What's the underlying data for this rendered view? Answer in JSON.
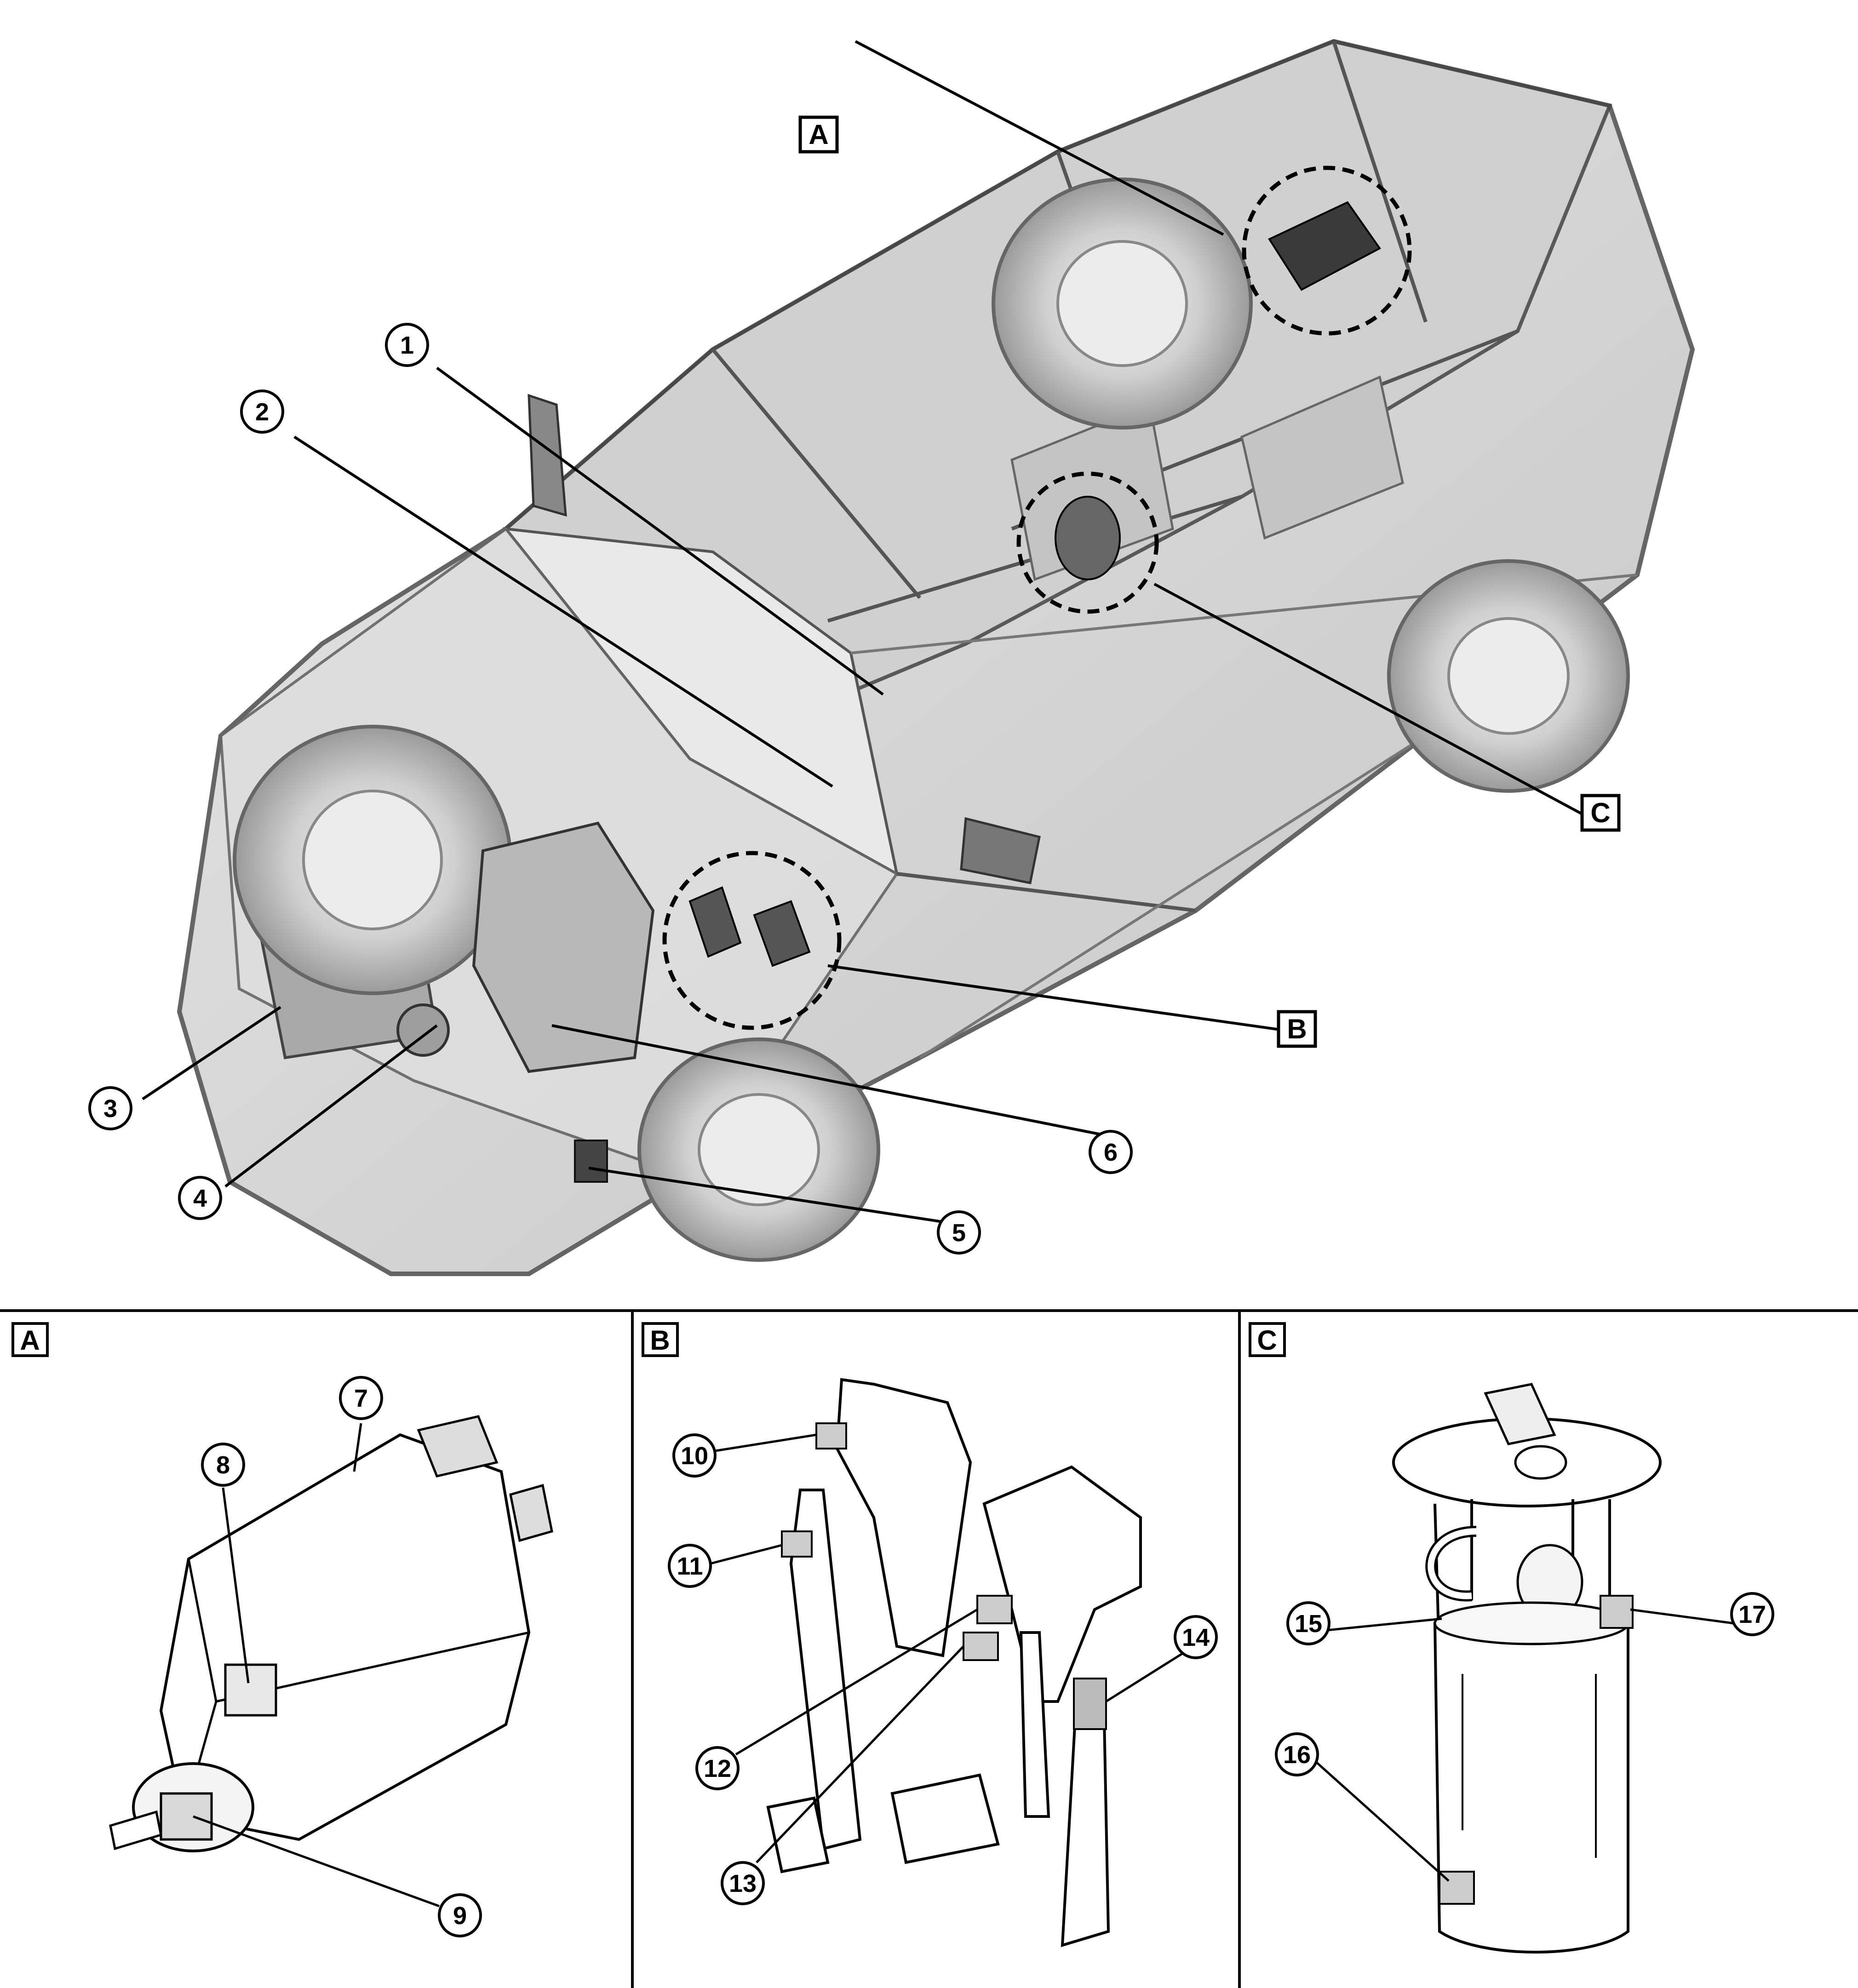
{
  "callouts": {
    "c1": "1",
    "c2": "2",
    "c3": "3",
    "c4": "4",
    "c5": "5",
    "c6": "6",
    "c7": "7",
    "c8": "8",
    "c9": "9",
    "c10": "10",
    "c11": "11",
    "c12": "12",
    "c13": "13",
    "c14": "14",
    "c15": "15",
    "c16": "16",
    "c17": "17"
  },
  "detail_labels": {
    "a": "A",
    "b": "B",
    "c": "C"
  },
  "panels": {
    "a": "A",
    "b": "B",
    "c": "C"
  },
  "colors": {
    "line": "#000000",
    "body_fill": "#d4d4d4",
    "wheel_fill": "#c8c8c8",
    "background": "#ffffff"
  }
}
